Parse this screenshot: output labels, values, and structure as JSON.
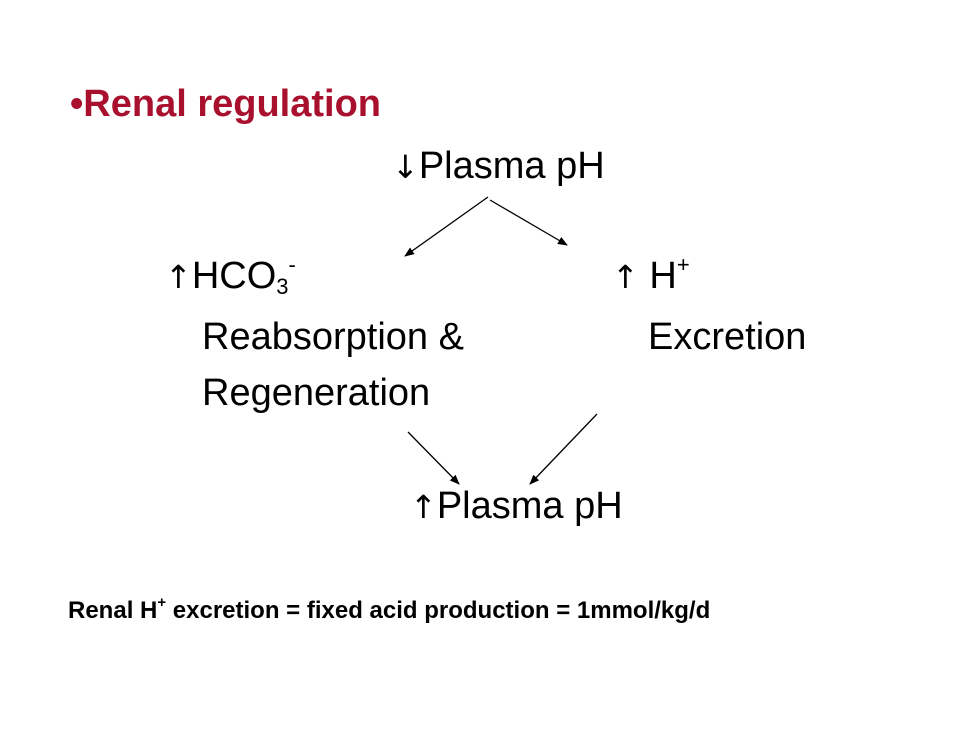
{
  "title": "•Renal regulation",
  "top_node": {
    "arrow": "↓",
    "label": "Plasma pH"
  },
  "left_node": {
    "arrow": "↑",
    "chem": "HCO",
    "sub": "3",
    "sup": "-",
    "line2": "Reabsorption &",
    "line3": "Regeneration"
  },
  "right_node": {
    "arrow": "↑",
    "chem": "H",
    "sup": "+",
    "line2": "Excretion"
  },
  "bottom_node": {
    "arrow": "↑",
    "label": "Plasma pH"
  },
  "footer": {
    "part1": "Renal H",
    "sup": "+",
    "part2": " excretion = fixed acid production = 1mmol/kg/d"
  }
}
